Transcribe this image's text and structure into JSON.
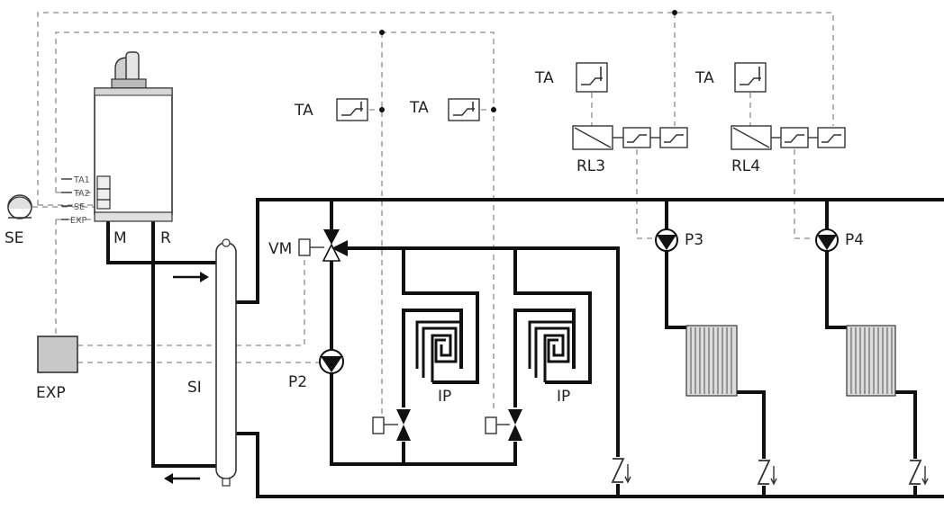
{
  "labels": {
    "ta": "TA",
    "rl3": "RL3",
    "rl4": "RL4",
    "se": "SE",
    "exp": "EXP",
    "m": "M",
    "r": "R",
    "vm": "VM",
    "si": "SI",
    "p2": "P2",
    "p3": "P3",
    "p4": "P4",
    "ip": "IP"
  },
  "boiler_terminals": [
    "TA1",
    "TA2",
    "SE",
    "EXP"
  ],
  "colors": {
    "pipe": "#111111",
    "signal": "#8a8a8a",
    "pump": "#111111",
    "box_fill": "#c8c8c8"
  }
}
